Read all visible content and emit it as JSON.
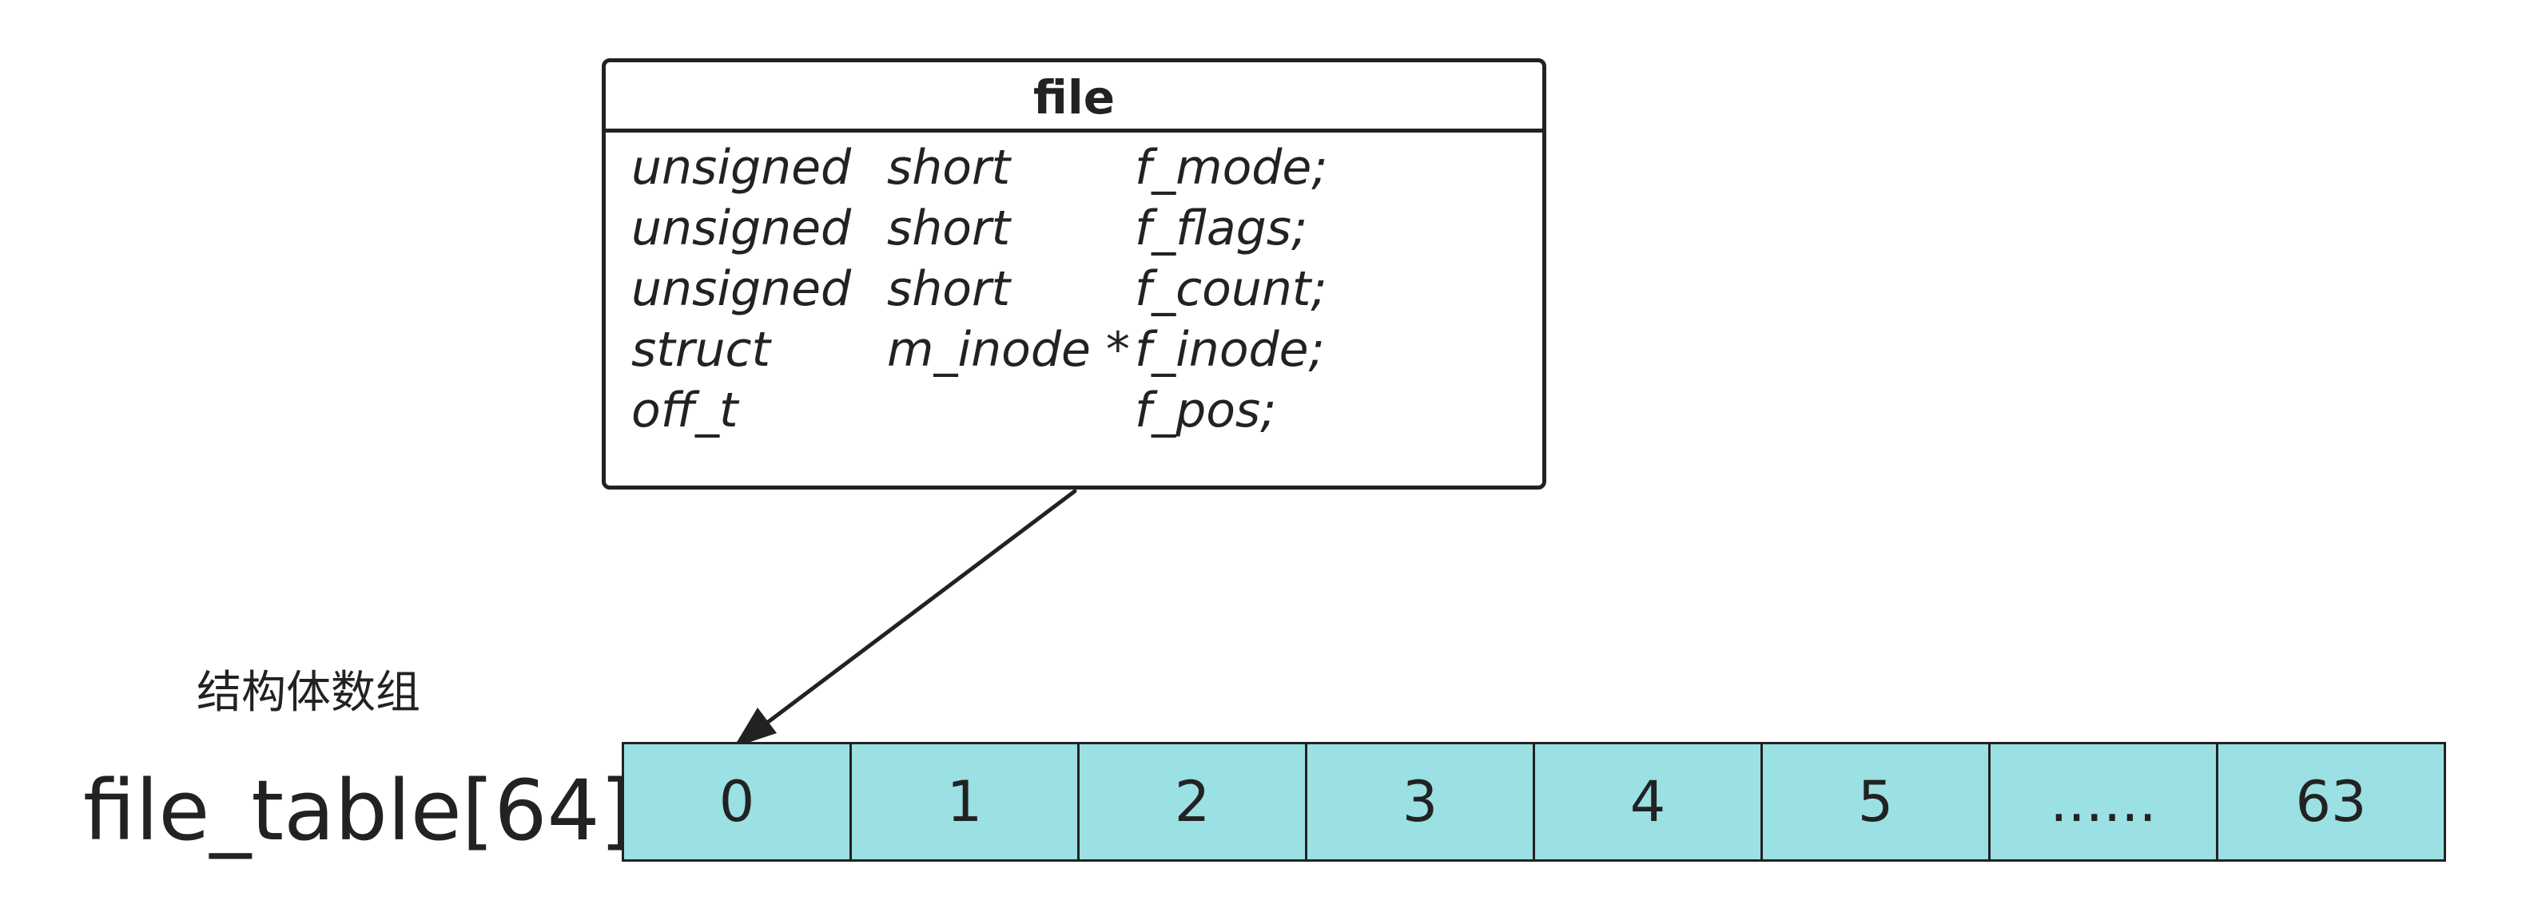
{
  "struct": {
    "title": "file",
    "fields": [
      {
        "type1": "unsigned",
        "type2": "short",
        "name": "f_mode;"
      },
      {
        "type1": "unsigned",
        "type2": "short",
        "name": "f_flags;"
      },
      {
        "type1": "unsigned",
        "type2": "short",
        "name": "f_count;"
      },
      {
        "type1": "struct",
        "type2": "m_inode *",
        "name": "f_inode;"
      },
      {
        "type1": "off_t",
        "type2": "",
        "name": "f_pos;"
      }
    ]
  },
  "array": {
    "caption": "结构体数组",
    "name": "file_table[64]",
    "cells": [
      "0",
      "1",
      "2",
      "3",
      "4",
      "5",
      "......",
      "63"
    ]
  },
  "colors": {
    "cell_fill": "#9be0e3",
    "stroke": "#222222"
  }
}
